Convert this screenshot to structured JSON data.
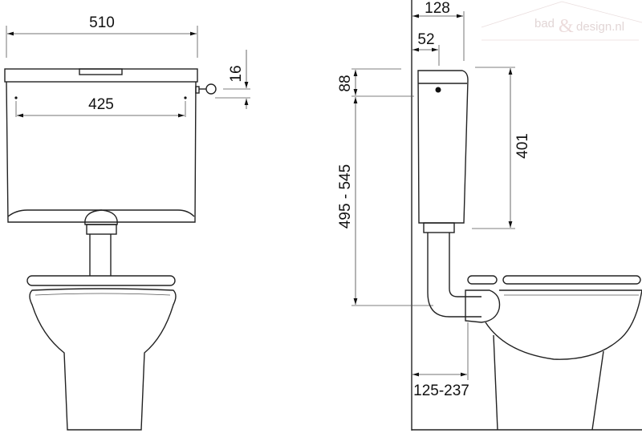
{
  "watermark": {
    "brand_left": "bad",
    "brand_amp": "&",
    "brand_right": "design.nl"
  },
  "front_view": {
    "width_total": "510",
    "hole_spacing": "425",
    "lever_offset": "16"
  },
  "side_view": {
    "depth_total": "128",
    "depth_top": "52",
    "lid_height": "88",
    "tank_height": "401",
    "mount_height": "495 - 545",
    "wall_distance": "125-237"
  },
  "colors": {
    "line": "#222222",
    "watermark": "#e2d6d6"
  }
}
